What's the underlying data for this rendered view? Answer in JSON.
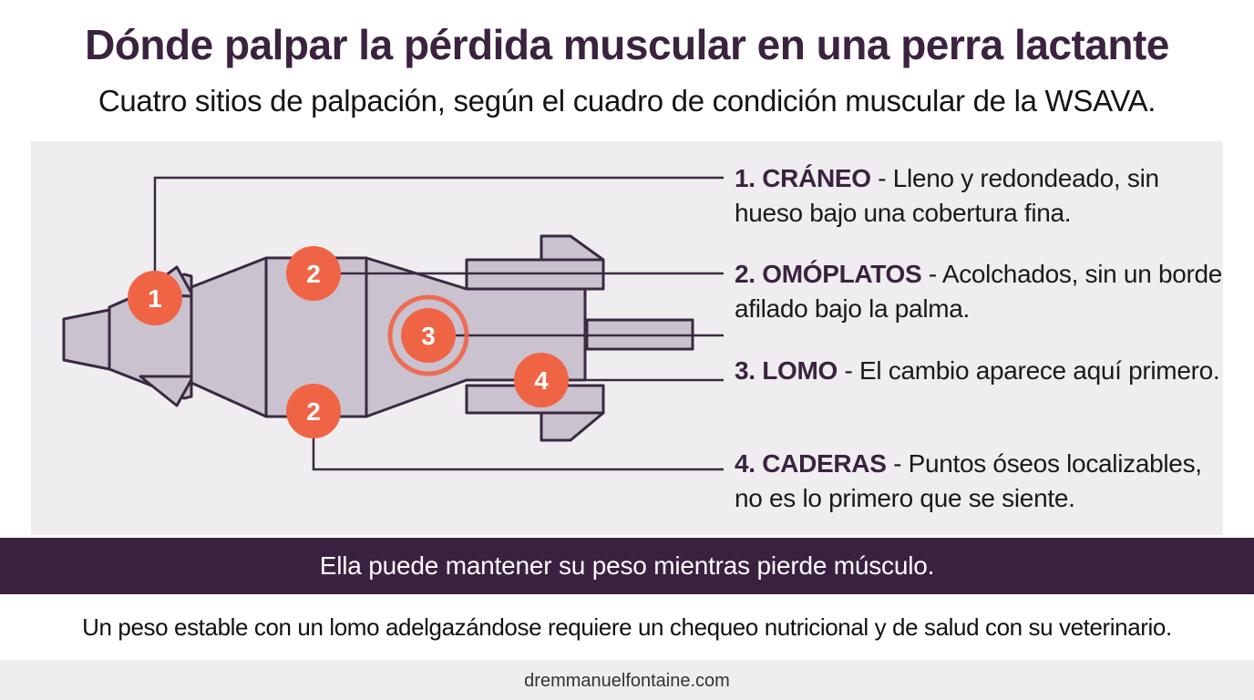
{
  "title": "Dónde palpar la pérdida muscular en una perra lactante",
  "subtitle": "Cuatro sitios de palpación, según el cuadro de condición muscular de la WSAVA.",
  "markers": [
    "1",
    "2",
    "3",
    "4",
    "2"
  ],
  "sites": [
    {
      "heading": "1. CRÁNEO",
      "text": " - Lleno y redondeado, sin hueso bajo una cobertura fina."
    },
    {
      "heading": "2. OMÓPLATOS",
      "text": " - Acolchados, sin un borde afilado bajo la palma."
    },
    {
      "heading": "3. LOMO",
      "text": " - El cambio aparece aquí primero."
    },
    {
      "heading": "4. CADERAS",
      "text": " - Puntos óseos localizables, no es lo primero que se siente."
    }
  ],
  "banner": "Ella puede mantener su peso mientras pierde músculo.",
  "note": "Un peso estable con un lomo adelgazándose requiere un chequeo nutricional y de salud con su veterinario.",
  "footer": "dremmanuelfontaine.com",
  "colors": {
    "title": "#3b2340",
    "banner": "#3a2140",
    "marker": "#f06446",
    "body_fill": "#cbc2cf",
    "outline": "#3a2a40"
  }
}
